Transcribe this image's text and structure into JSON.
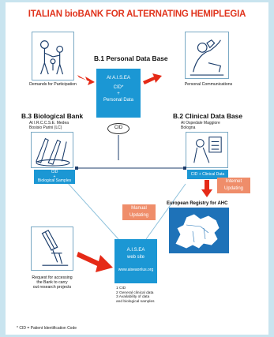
{
  "title": "ITALIAN bioBANK FOR ALTERNATING HEMIPLEGIA",
  "demands_caption": "Demands for Participation",
  "communications_caption": "Personal Communications",
  "b1": {
    "heading": "B.1 Personal Data Base",
    "line1": "At A.I.S.EA",
    "line2": "CID*",
    "line3": "+",
    "line4": "Personal Data"
  },
  "cid_oval": "CID",
  "b3": {
    "heading": "B.3 Biological Bank",
    "sub1": "At I.R.C.C.S.E. Medea",
    "sub2": "Bosisio Parini (LC)",
    "box_line1": "CID",
    "box_line2": "+",
    "box_line3": "Biological Samples"
  },
  "b2": {
    "heading": "B.2 Clinical Data Base",
    "sub1": "At Ospedale Maggiore",
    "sub2": "Bologna",
    "box": "CID + Clinical Data"
  },
  "internet": {
    "line1": "Internet",
    "line2": "Updating"
  },
  "registry": "European Registry for AHC",
  "manual": {
    "line1": "Manual",
    "line2": "Updating"
  },
  "web": {
    "line1": "A.I.S.EA",
    "line2": "web site",
    "url": "www.aiseaonlus.org",
    "item1": "1 CID",
    "item2": "2 General clinical data",
    "item3": "3 Availability of data",
    "item4": "and biological samples"
  },
  "request": {
    "line1": "Request for accessing",
    "line2": "the Bank to carry",
    "line3": "out research projects"
  },
  "footnote": "* CID = Patient Identification Code",
  "colors": {
    "title": "#e0341d",
    "box_blue": "#1b97d4",
    "update_box": "#ef8d6a",
    "arrow_red": "#e52a17",
    "frame": "#c9e4ef"
  }
}
